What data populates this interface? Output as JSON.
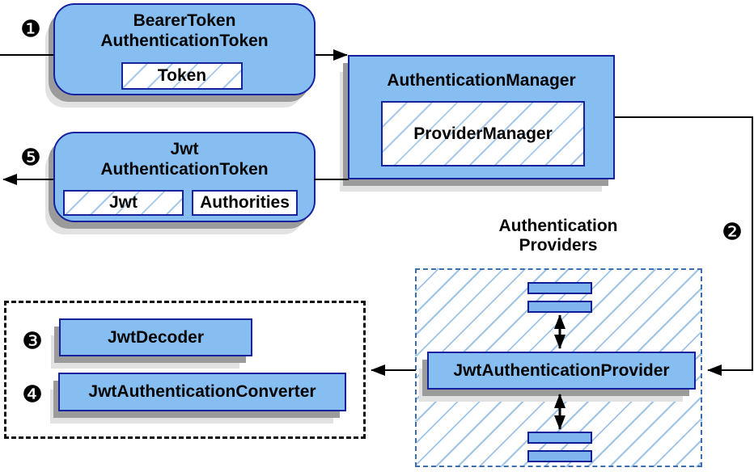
{
  "steps": {
    "step1": "❶",
    "step2": "❷",
    "step3": "❸",
    "step4": "❹",
    "step5": "❺"
  },
  "nodes": {
    "bearer_token_authentication_token": {
      "title_line1": "BearerToken",
      "title_line2": "AuthenticationToken",
      "field_token": "Token"
    },
    "authentication_manager": {
      "title": "AuthenticationManager",
      "implementation": "ProviderManager"
    },
    "jwt_authentication_token": {
      "title_line1": "Jwt",
      "title_line2": "AuthenticationToken",
      "field_jwt": "Jwt",
      "field_authorities": "Authorities"
    },
    "authentication_providers_group": {
      "label_line1": "Authentication",
      "label_line2": "Providers"
    },
    "jwt_authentication_provider": {
      "title": "JwtAuthenticationProvider"
    },
    "jwt_decoder": {
      "title": "JwtDecoder"
    },
    "jwt_authentication_converter": {
      "title": "JwtAuthenticationConverter"
    }
  },
  "colors": {
    "node_fill": "#87BEF2",
    "node_border": "#15219D",
    "hatch_line": "#A6C8EC",
    "providers_dashed_border": "#3D6FB0",
    "decoder_group_border": "#111111",
    "shadow_dark": "#9B9B9B",
    "shadow_light": "#E2E2E2",
    "arrow": "#000000"
  }
}
